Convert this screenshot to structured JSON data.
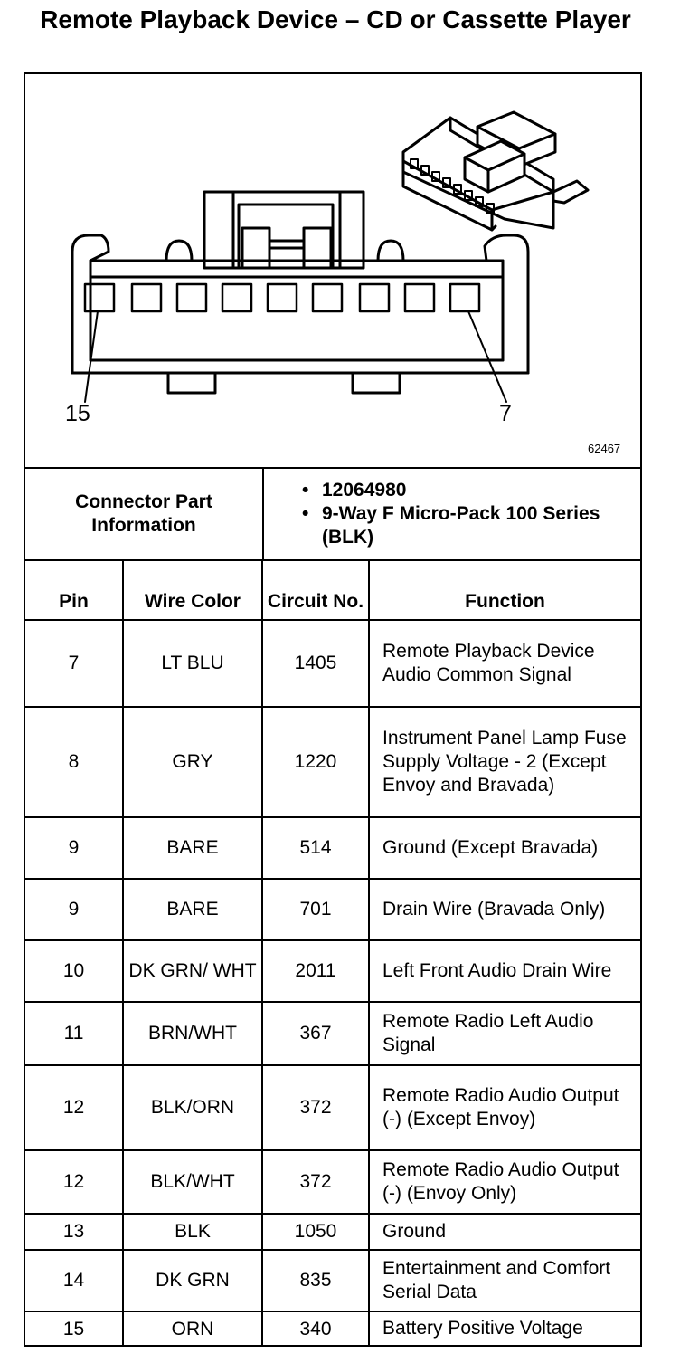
{
  "title": "Remote Playback Device – CD or Cassette Player",
  "diagram": {
    "pin_label_left": "15",
    "pin_label_right": "7",
    "figure_number": "62467",
    "icon": "connector-face-icon"
  },
  "connector_info": {
    "label": "Connector Part Information",
    "bullets": [
      "12064980",
      "9-Way F Micro-Pack 100 Series (BLK)"
    ]
  },
  "pin_table": {
    "headers": {
      "pin": "Pin",
      "wire_color": "Wire Color",
      "circuit_no": "Circuit No.",
      "function": "Function"
    },
    "rows": [
      {
        "pin": "7",
        "wire_color": "LT BLU",
        "circuit": "1405",
        "function": "Remote Playback Device Audio Common Signal"
      },
      {
        "pin": "8",
        "wire_color": "GRY",
        "circuit": "1220",
        "function": "Instrument Panel Lamp Fuse Supply Voltage - 2 (Except Envoy and Bravada)"
      },
      {
        "pin": "9",
        "wire_color": "BARE",
        "circuit": "514",
        "function": "Ground (Except Bravada)"
      },
      {
        "pin": "9",
        "wire_color": "BARE",
        "circuit": "701",
        "function": "Drain Wire (Bravada Only)"
      },
      {
        "pin": "10",
        "wire_color": "DK GRN/ WHT",
        "circuit": "2011",
        "function": "Left Front Audio Drain Wire"
      },
      {
        "pin": "11",
        "wire_color": "BRN/WHT",
        "circuit": "367",
        "function": "Remote Radio Left Audio Signal"
      },
      {
        "pin": "12",
        "wire_color": "BLK/ORN",
        "circuit": "372",
        "function": "Remote Radio Audio Output (-) (Except Envoy)"
      },
      {
        "pin": "12",
        "wire_color": "BLK/WHT",
        "circuit": "372",
        "function": "Remote Radio Audio Output (-) (Envoy Only)"
      },
      {
        "pin": "13",
        "wire_color": "BLK",
        "circuit": "1050",
        "function": "Ground"
      },
      {
        "pin": "14",
        "wire_color": "DK GRN",
        "circuit": "835",
        "function": "Entertainment and Comfort Serial Data"
      },
      {
        "pin": "15",
        "wire_color": "ORN",
        "circuit": "340",
        "function": "Battery Positive Voltage"
      }
    ]
  }
}
